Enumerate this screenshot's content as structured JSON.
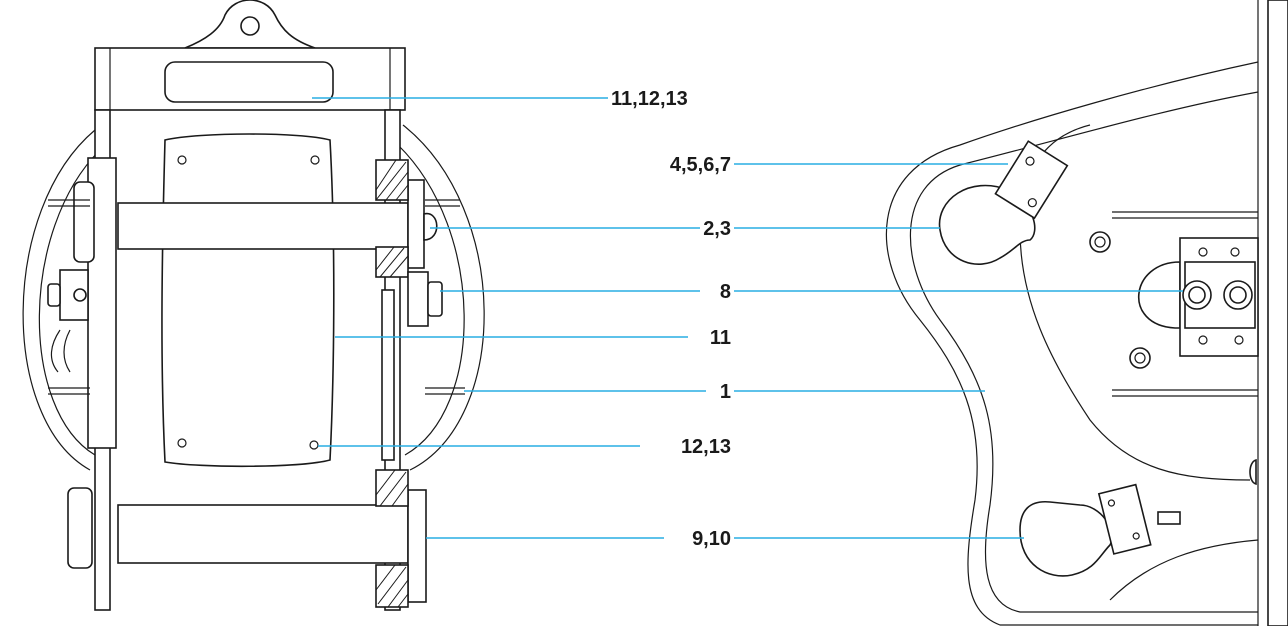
{
  "diagram": {
    "line_color": "#29aee3",
    "ink_color": "#1a1a1a",
    "labels": [
      {
        "id": "l1",
        "text": "11,12,13"
      },
      {
        "id": "l2",
        "text": "4,5,6,7"
      },
      {
        "id": "l3",
        "text": "2,3"
      },
      {
        "id": "l4",
        "text": "8"
      },
      {
        "id": "l5",
        "text": "11"
      },
      {
        "id": "l6",
        "text": "1"
      },
      {
        "id": "l7",
        "text": "12,13"
      },
      {
        "id": "l8",
        "text": "9,10"
      }
    ]
  }
}
